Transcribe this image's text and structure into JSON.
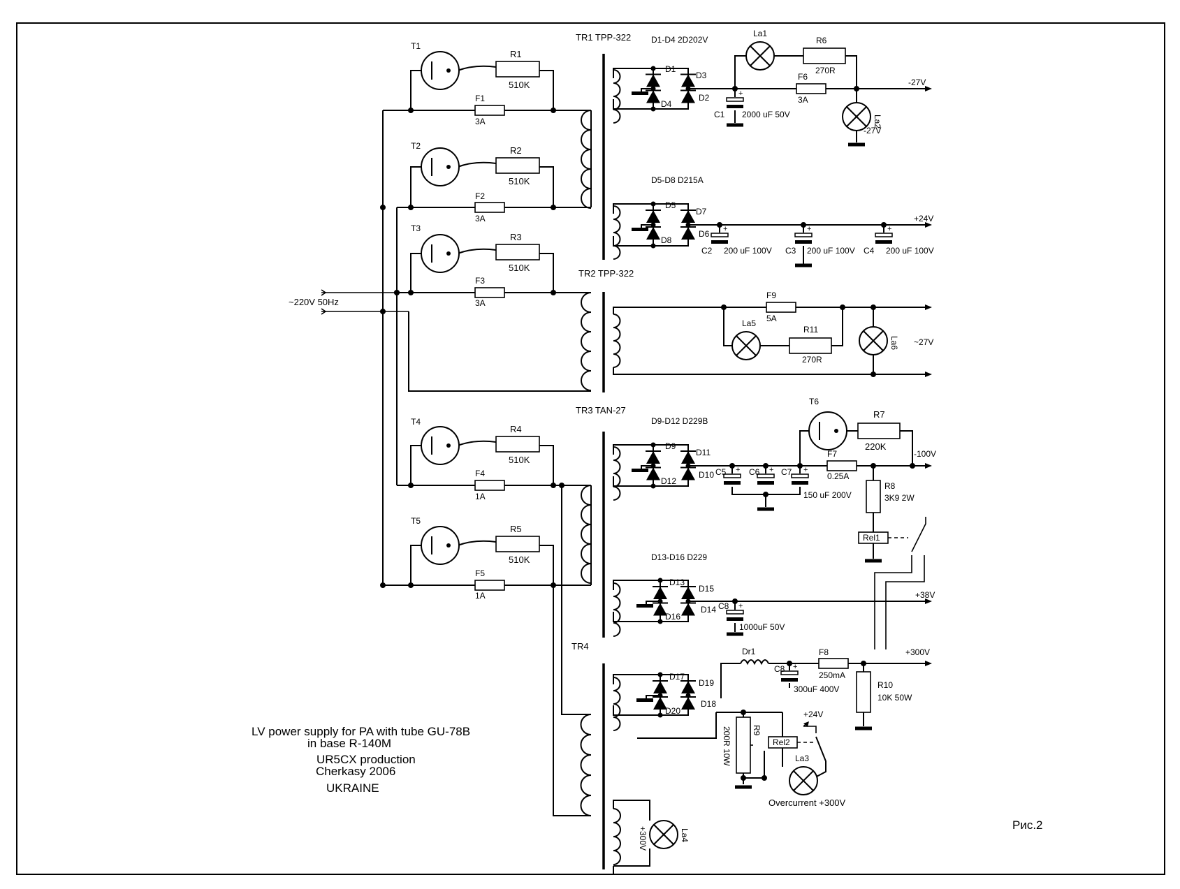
{
  "mains": "~220V 50Hz",
  "transformers": {
    "tr1": "TR1 TPP-322",
    "tr2": "TR2 TPP-322",
    "tr3": "TR3 TAN-27",
    "tr4": "TR4"
  },
  "primary": [
    {
      "tube": "T1",
      "res": "R1",
      "res_val": "510K",
      "fuse": "F1",
      "fuse_val": "3A"
    },
    {
      "tube": "T2",
      "res": "R2",
      "res_val": "510K",
      "fuse": "F2",
      "fuse_val": "3A"
    },
    {
      "tube": "T3",
      "res": "R3",
      "res_val": "510K",
      "fuse": "F3",
      "fuse_val": "3A"
    },
    {
      "tube": "T4",
      "res": "R4",
      "res_val": "510K",
      "fuse": "F4",
      "fuse_val": "1A"
    },
    {
      "tube": "T5",
      "res": "R5",
      "res_val": "510K",
      "fuse": "F5",
      "fuse_val": "1A"
    }
  ],
  "bridges": {
    "b1": {
      "title": "D1-D4 2D202V",
      "d": [
        "D1",
        "D3",
        "D4",
        "D2"
      ]
    },
    "b2": {
      "title": "D5-D8 D215A",
      "d": [
        "D5",
        "D7",
        "D8",
        "D6"
      ]
    },
    "b3": {
      "title": "D9-D12 D229B",
      "d": [
        "D9",
        "D11",
        "D12",
        "D10"
      ]
    },
    "b4": {
      "title": "D13-D16  D229",
      "d": [
        "D13",
        "D15",
        "D16",
        "D14"
      ]
    },
    "b5": {
      "title": "",
      "d": [
        "D17",
        "D19",
        "D20",
        "D18"
      ]
    }
  },
  "rail1": {
    "la1": "La1",
    "r6": "R6",
    "r6_val": "270R",
    "f6": "F6",
    "f6_val": "3A",
    "out": "-27V",
    "c1": "C1",
    "c1_val": "2000 uF 50V",
    "la2": "La2",
    "la2_val": "-27V"
  },
  "rail2": {
    "out": "+24V",
    "caps": [
      {
        "name": "C2",
        "val": "200 uF 100V"
      },
      {
        "name": "C3",
        "val": "200 uF 100V"
      },
      {
        "name": "C4",
        "val": "200 uF 100V"
      }
    ]
  },
  "rail3": {
    "f9": "F9",
    "f9_val": "5A",
    "la5": "La5",
    "r11": "R11",
    "r11_val": "270R",
    "la6": "La6",
    "out": "~27V"
  },
  "rail4": {
    "t6": "T6",
    "r7": "R7",
    "r7_val": "220K",
    "out": "-100V",
    "caps": [
      "C5",
      "C6",
      "C7"
    ],
    "caps_val": "150 uF  200V",
    "f7": "F7",
    "f7_val": "0.25A",
    "r8": "R8",
    "r8_val": "3K9 2W",
    "rel1": "Rel1"
  },
  "rail5": {
    "c8": "C8",
    "c8_val": "1000uF 50V",
    "out": "+38V"
  },
  "rail6": {
    "dr1": "Dr1",
    "c9": "C8",
    "c9_val": "300uF 400V",
    "f8": "F8",
    "f8_val": "250mA",
    "out": "+300V",
    "r10": "R10",
    "r10_val": "10K 50W",
    "r9": "R9",
    "r9_val": "200R 10W",
    "rel2": "Rel2",
    "v24": "+24V",
    "la3": "La3",
    "overcurrent": "Overcurrent +300V"
  },
  "rail7": {
    "la4": "La4",
    "la4_val": "+300V"
  },
  "caption": {
    "line1": "LV power supply for PA with tube GU-78B",
    "line2": "in base R-140M",
    "line3": "UR5CX production",
    "line4": "Cherkasy 2006",
    "line5": "UKRAINE"
  },
  "fig": "Рис.2"
}
